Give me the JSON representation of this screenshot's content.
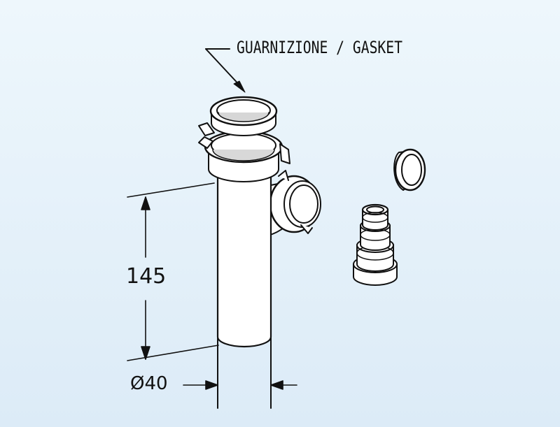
{
  "callout": {
    "gasket_label": "GUARNIZIONE / GASKET"
  },
  "dimensions": {
    "height": "145",
    "diameter": "Ø40"
  },
  "colors": {
    "line": "#111111",
    "fill": "#ffffff",
    "shade": "#cfcfcf",
    "background": "#e4f0f9"
  }
}
